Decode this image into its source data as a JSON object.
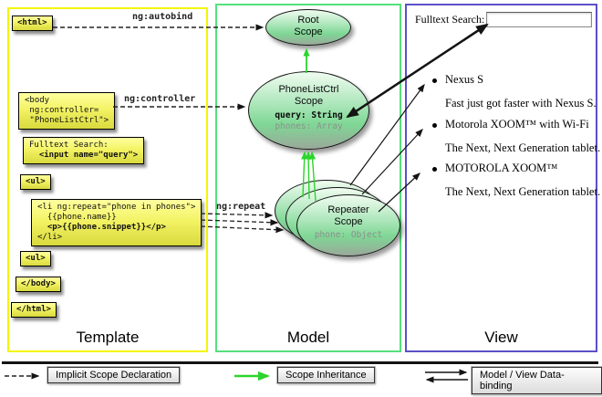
{
  "template_panel": {
    "label": "Template",
    "boxes": {
      "html_open": "<html>",
      "body_open": [
        "<body",
        " ng:controller=",
        " \"PhoneListCtrl\">"
      ],
      "fulltext": [
        "Fulltext Search:",
        "  <input name=\"query\">"
      ],
      "ul_open": "<ul>",
      "li_block": [
        "<li ng:repeat=\"phone in phones\">",
        "  {{phone.name}}",
        "  <p>{{phone.snippet}}</p>",
        "</li>"
      ],
      "ul_second": "<ul>",
      "body_close": "</body>",
      "html_close": "</html>"
    },
    "arrow_labels": {
      "autobind": "ng:autobind",
      "controller": "ng:controller",
      "repeat": "ng:repeat"
    }
  },
  "model_panel": {
    "label": "Model",
    "root_scope": {
      "line1": "Root",
      "line2": "Scope"
    },
    "phonelist_scope": {
      "line1": "PhoneListCtrl",
      "line2": "Scope",
      "prop1": "query: String",
      "prop2": "phones: Array"
    },
    "repeater_scope": {
      "line1": "Repeater",
      "line2": "Scope",
      "prop1": "phone: Object"
    }
  },
  "view_panel": {
    "label": "View",
    "search_label": "Fulltext Search:",
    "search_value": "",
    "items": [
      {
        "title": "Nexus S",
        "desc": "Fast just got faster with Nexus S."
      },
      {
        "title": "Motorola XOOM™  with Wi-Fi",
        "desc": "The Next, Next Generation tablet."
      },
      {
        "title": "MOTOROLA XOOM™",
        "desc": "The Next, Next Generation tablet."
      }
    ]
  },
  "legend": {
    "implicit": "Implicit Scope Declaration",
    "inheritance": "Scope Inheritance",
    "databinding": "Model / View Data-binding"
  },
  "colors": {
    "template-border": "#f5f500",
    "model-border": "#55e07d",
    "view-border": "#5b50c8",
    "box-fill-top": "#ffffa0",
    "box-fill-bottom": "#d9d93e",
    "scope-green": "#7fd795",
    "arrow-green": "#2bd52b"
  }
}
